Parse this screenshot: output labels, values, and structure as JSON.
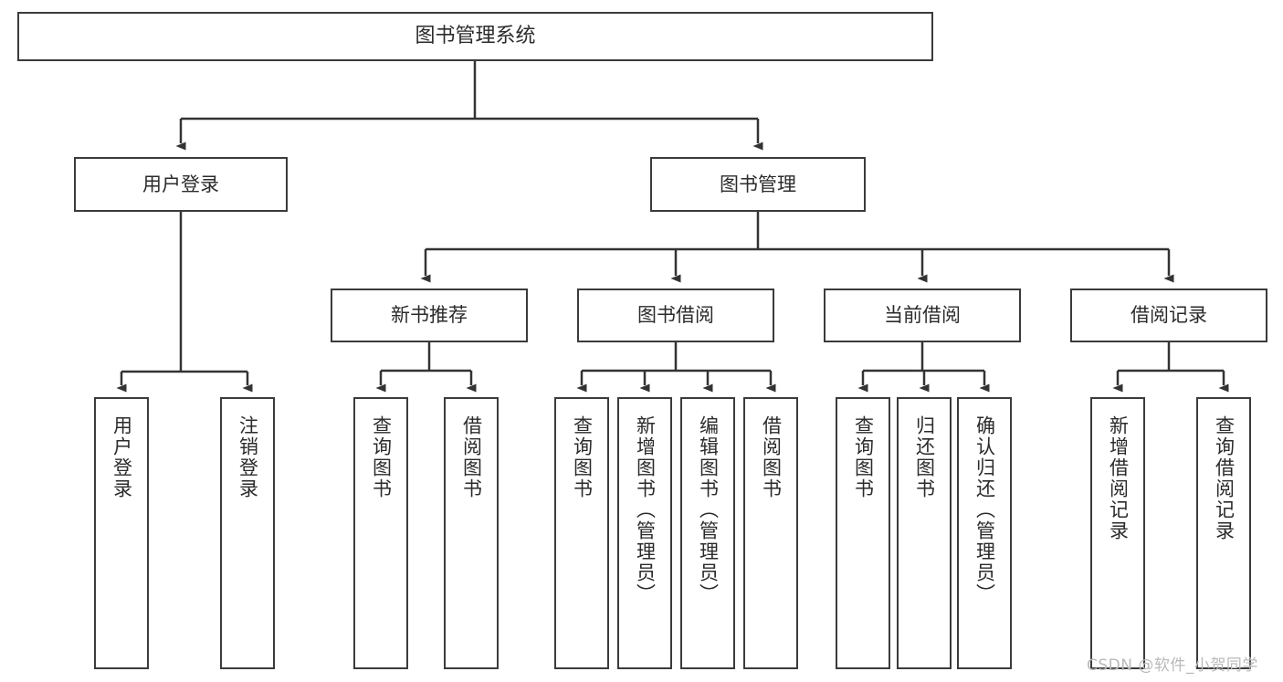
{
  "diagram": {
    "type": "hierarchy-tree",
    "title": "图书管理系统",
    "colors": {
      "box_border": "#3b3b3b",
      "box_fill": "#ffffff",
      "edge": "#333333",
      "text": "#2b2b2b",
      "watermark": "#b9b9b9",
      "background": "#ffffff"
    },
    "nodes": {
      "root": {
        "label": "图书管理系统"
      },
      "level2": [
        {
          "label": "用户登录"
        },
        {
          "label": "图书管理"
        }
      ],
      "level3": [
        {
          "label": "新书推荐"
        },
        {
          "label": "图书借阅"
        },
        {
          "label": "当前借阅"
        },
        {
          "label": "借阅记录"
        }
      ],
      "leaves_user_login": [
        {
          "label": "用户登录"
        },
        {
          "label": "注销登录"
        }
      ],
      "leaves_new_book": [
        {
          "label": "查询图书"
        },
        {
          "label": "借阅图书"
        }
      ],
      "leaves_borrow": [
        {
          "label": "查询图书"
        },
        {
          "label": "新增图书（管理员）"
        },
        {
          "label": "编辑图书（管理员）"
        },
        {
          "label": "借阅图书"
        }
      ],
      "leaves_current": [
        {
          "label": "查询图书"
        },
        {
          "label": "归还图书"
        },
        {
          "label": "确认归还（管理员）"
        }
      ],
      "leaves_record": [
        {
          "label": "新增借阅记录"
        },
        {
          "label": "查询借阅记录"
        }
      ]
    },
    "watermark": "CSDN @软件_小贺同学"
  }
}
